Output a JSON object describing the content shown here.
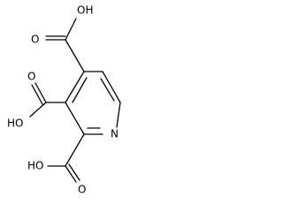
{
  "molecule": {
    "labels": {
      "nitrogen": "N",
      "hydroxyl": "OH",
      "hydroxyl_left": "HO",
      "oxygen": "O"
    }
  }
}
